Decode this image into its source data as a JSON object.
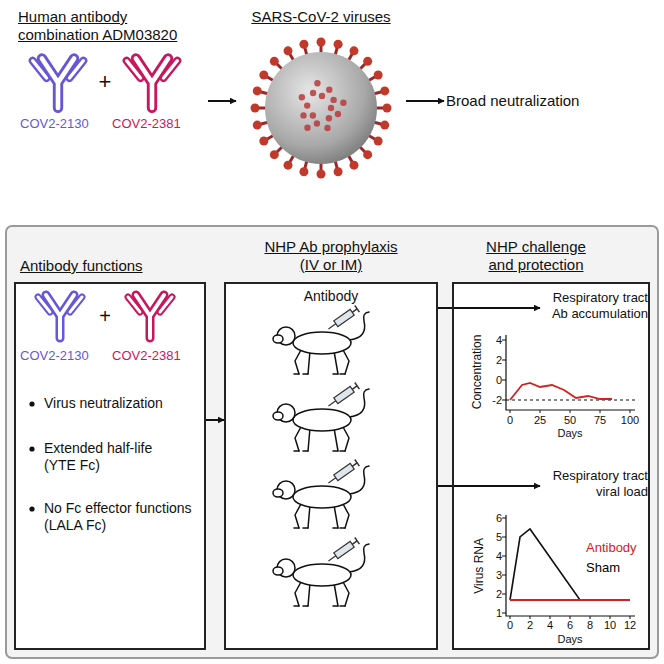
{
  "diagram": {
    "nodes": [
      {
        "text": [
          "Human antibody combination ADM03820",
          "COV2-2130",
          "COV2-2381"
        ]
      },
      {
        "text": [
          "SARS-CoV-2 viruses"
        ]
      },
      {
        "text": [
          "Broad neutralization"
        ]
      },
      {
        "text": [
          "Antibody functions",
          "COV2-2130",
          "COV2-2381",
          "Virus neutralization",
          "Extended half-life (YTE Fc)",
          "No Fc effector functions (LALA Fc)"
        ]
      },
      {
        "text": [
          "NHP Ab prophylaxis (IV or IM)",
          "Antibody"
        ]
      },
      {
        "text": [
          "NHP challenge and protection"
        ]
      },
      {
        "text": [
          "Respiratory tract Ab accumulation"
        ],
        "in": 5
      },
      {
        "text": [
          "Respiratory tract viral load"
        ],
        "in": 5
      }
    ],
    "edges": [
      {
        "from": 0,
        "to": 1,
        "arrow": "to"
      },
      {
        "from": 1,
        "to": 2,
        "arrow": "to"
      },
      {
        "from": 3,
        "to": 4,
        "arrow": "to"
      },
      {
        "from": 4,
        "to": 6,
        "arrow": "to"
      },
      {
        "from": 4,
        "to": 7,
        "arrow": "to"
      }
    ],
    "labels": [
      "+",
      "+",
      "Concentration",
      "4",
      "2",
      "0",
      "-2",
      "0",
      "25",
      "50",
      "75",
      "100",
      "Days",
      "Virus RNA",
      "6",
      "5",
      "4",
      "3",
      "2",
      "1",
      "0",
      "2",
      "4",
      "6",
      "8",
      "10",
      "12",
      "Days"
    ],
    "legend": [
      {
        "text": "Antibody",
        "color": "#d42020"
      },
      {
        "text": "Sham",
        "color": "#000000"
      }
    ]
  }
}
